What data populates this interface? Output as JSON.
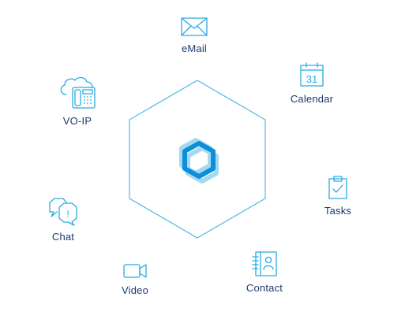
{
  "colors": {
    "icon_stroke": "#29abe2",
    "label_text": "#1b3a6b",
    "hexagon_outline": "#29abe2",
    "logo_primary": "#0a8fd8",
    "logo_secondary": "#a6d8f3"
  },
  "nodes": {
    "email": {
      "label": "eMail",
      "icon": "envelope-icon"
    },
    "calendar": {
      "label": "Calendar",
      "icon": "calendar-icon",
      "day": "31"
    },
    "voip": {
      "label": "VO-IP",
      "icon": "cloud-phone-icon"
    },
    "tasks": {
      "label": "Tasks",
      "icon": "clipboard-check-icon"
    },
    "chat": {
      "label": "Chat",
      "icon": "chat-bubbles-icon",
      "glyph": "!"
    },
    "contact": {
      "label": "Contact",
      "icon": "address-book-icon"
    },
    "video": {
      "label": "Video",
      "icon": "video-camera-icon"
    }
  },
  "center": {
    "icon": "hexagon-logo-icon"
  }
}
